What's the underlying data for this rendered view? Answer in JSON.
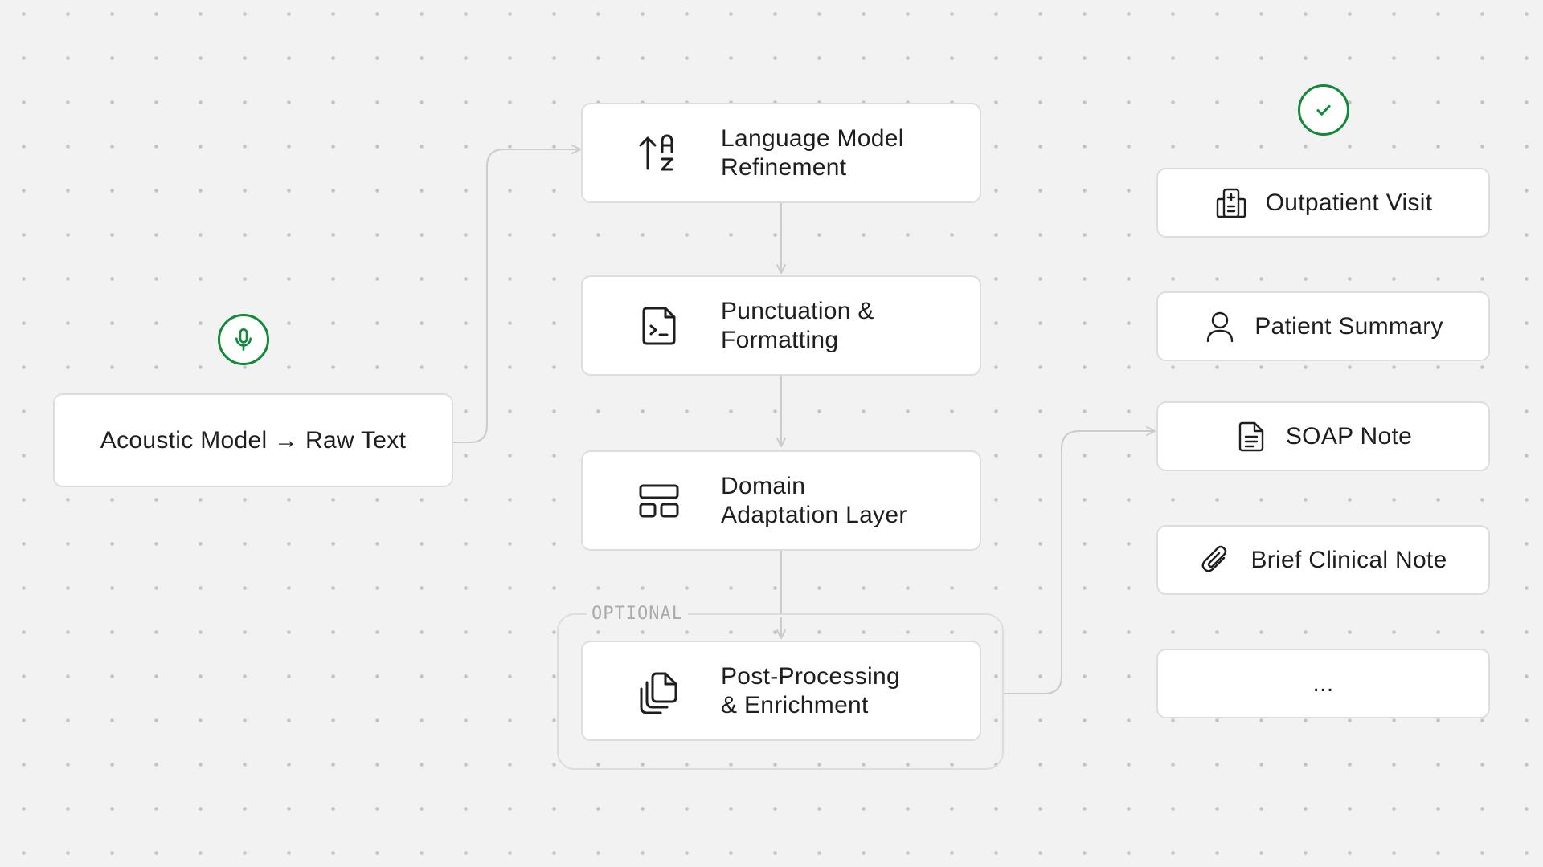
{
  "source": {
    "icon": "microphone-icon",
    "label": "Acoustic Model → Raw Text"
  },
  "pipeline": [
    {
      "icon": "sort-az-icon",
      "label_line1": "Language Model",
      "label_line2": "Refinement"
    },
    {
      "icon": "file-terminal-icon",
      "label_line1": "Punctuation &",
      "label_line2": "Formatting"
    },
    {
      "icon": "layout-grid-icon",
      "label_line1": "Domain",
      "label_line2": "Adaptation Layer"
    },
    {
      "icon": "copy-files-icon",
      "label_line1": "Post-Processing",
      "label_line2": "& Enrichment"
    }
  ],
  "optional_group": {
    "label": "OPTIONAL"
  },
  "outputs": {
    "status_icon": "check-circle-icon",
    "items": [
      {
        "icon": "hospital-icon",
        "label": "Outpatient Visit"
      },
      {
        "icon": "user-icon",
        "label": "Patient Summary"
      },
      {
        "icon": "document-icon",
        "label": "SOAP Note"
      },
      {
        "icon": "paperclip-icon",
        "label": "Brief Clinical Note"
      },
      {
        "icon": "",
        "label": "..."
      }
    ]
  },
  "colors": {
    "background": "#f2f2f2",
    "dot": "#c4c4c4",
    "card_border": "#dddddd",
    "connector": "#cccccc",
    "accent_green": "#118a3a",
    "text": "#1e1e1e",
    "muted_text": "#aaaaaa"
  }
}
